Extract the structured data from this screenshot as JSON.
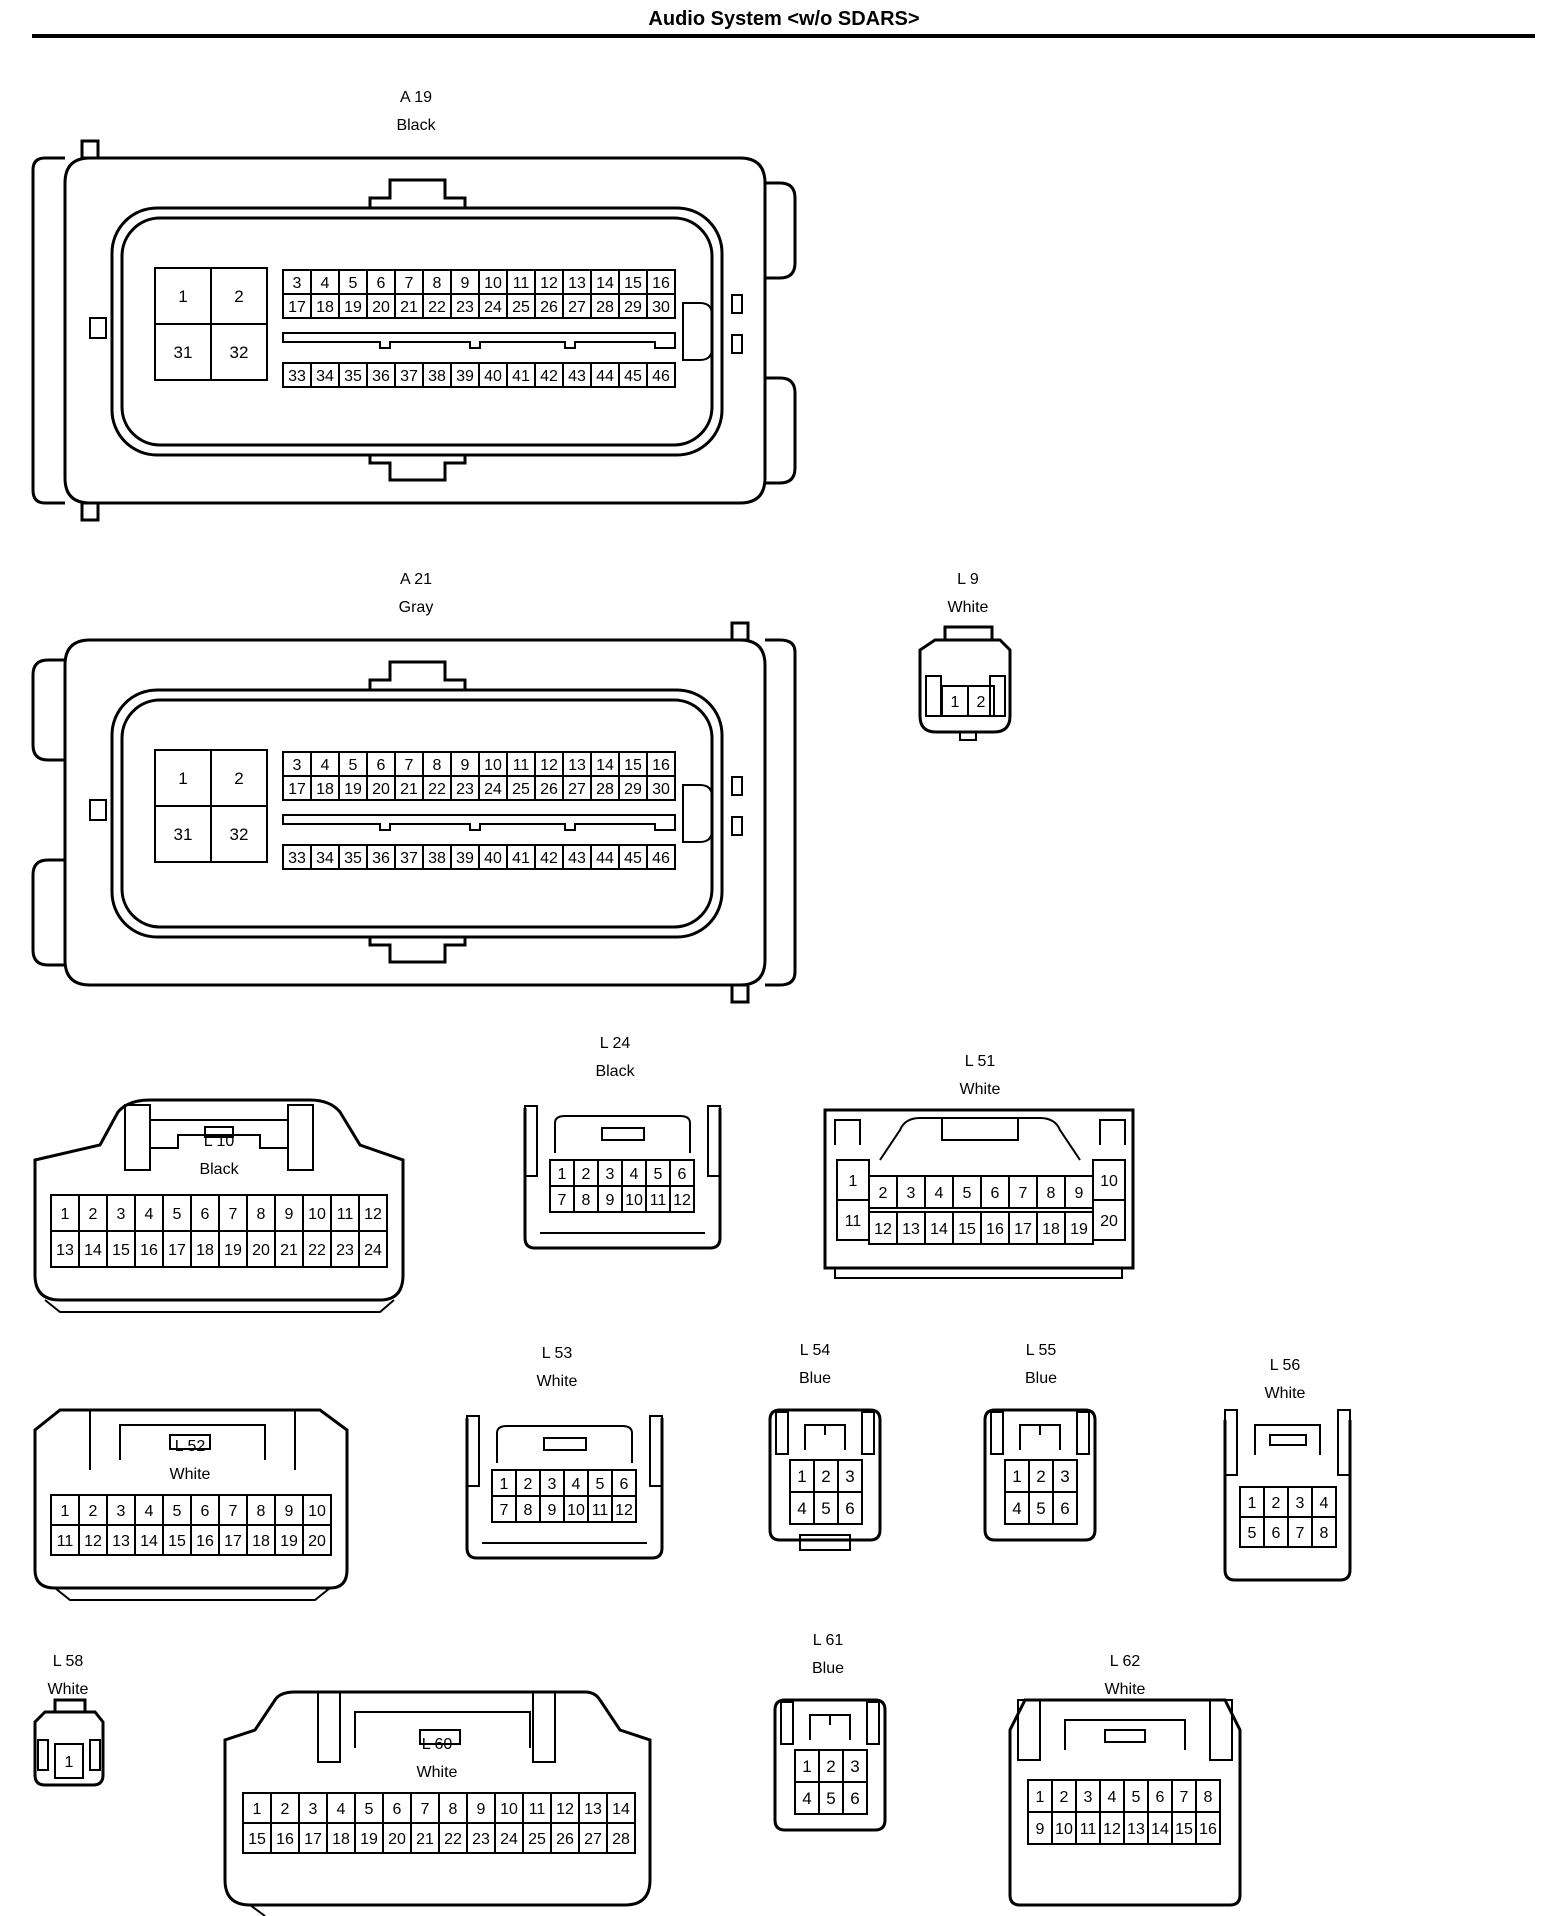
{
  "page_title": "Audio System <w/o SDARS>",
  "connectors": [
    {
      "id": "A 19",
      "color": "Black"
    },
    {
      "id": "A 21",
      "color": "Gray"
    },
    {
      "id": "L 9",
      "color": "White"
    },
    {
      "id": "L 10",
      "color": "Black"
    },
    {
      "id": "L 24",
      "color": "Black"
    },
    {
      "id": "L 51",
      "color": "White"
    },
    {
      "id": "L 52",
      "color": "White"
    },
    {
      "id": "L 53",
      "color": "White"
    },
    {
      "id": "L 54",
      "color": "Blue"
    },
    {
      "id": "L 55",
      "color": "Blue"
    },
    {
      "id": "L 56",
      "color": "White"
    },
    {
      "id": "L 58",
      "color": "White"
    },
    {
      "id": "L 60",
      "color": "White"
    },
    {
      "id": "L 61",
      "color": "Blue"
    },
    {
      "id": "L 62",
      "color": "White"
    }
  ],
  "pins": {
    "A 19": [
      "1",
      "2",
      "31",
      "32",
      "3",
      "4",
      "5",
      "6",
      "7",
      "8",
      "9",
      "10",
      "11",
      "12",
      "13",
      "14",
      "15",
      "16",
      "17",
      "18",
      "19",
      "20",
      "21",
      "22",
      "23",
      "24",
      "25",
      "26",
      "27",
      "28",
      "29",
      "30",
      "33",
      "34",
      "35",
      "36",
      "37",
      "38",
      "39",
      "40",
      "41",
      "42",
      "43",
      "44",
      "45",
      "46"
    ],
    "A 21": [
      "1",
      "2",
      "31",
      "32",
      "3",
      "4",
      "5",
      "6",
      "7",
      "8",
      "9",
      "10",
      "11",
      "12",
      "13",
      "14",
      "15",
      "16",
      "17",
      "18",
      "19",
      "20",
      "21",
      "22",
      "23",
      "24",
      "25",
      "26",
      "27",
      "28",
      "29",
      "30",
      "33",
      "34",
      "35",
      "36",
      "37",
      "38",
      "39",
      "40",
      "41",
      "42",
      "43",
      "44",
      "45",
      "46"
    ],
    "L 9": [
      "1",
      "2"
    ],
    "L 10": [
      "1",
      "2",
      "3",
      "4",
      "5",
      "6",
      "7",
      "8",
      "9",
      "10",
      "11",
      "12",
      "13",
      "14",
      "15",
      "16",
      "17",
      "18",
      "19",
      "20",
      "21",
      "22",
      "23",
      "24"
    ],
    "L 24": [
      "1",
      "2",
      "3",
      "4",
      "5",
      "6",
      "7",
      "8",
      "9",
      "10",
      "11",
      "12"
    ],
    "L 51": [
      "1",
      "11",
      "10",
      "20",
      "2",
      "3",
      "4",
      "5",
      "6",
      "7",
      "8",
      "9",
      "12",
      "13",
      "14",
      "15",
      "16",
      "17",
      "18",
      "19"
    ],
    "L 52": [
      "1",
      "2",
      "3",
      "4",
      "5",
      "6",
      "7",
      "8",
      "9",
      "10",
      "11",
      "12",
      "13",
      "14",
      "15",
      "16",
      "17",
      "18",
      "19",
      "20"
    ],
    "L 53": [
      "1",
      "2",
      "3",
      "4",
      "5",
      "6",
      "7",
      "8",
      "9",
      "10",
      "11",
      "12"
    ],
    "L 54": [
      "1",
      "2",
      "3",
      "4",
      "5",
      "6"
    ],
    "L 55": [
      "1",
      "2",
      "3",
      "4",
      "5",
      "6"
    ],
    "L 56": [
      "1",
      "2",
      "3",
      "4",
      "5",
      "6",
      "7",
      "8"
    ],
    "L 58": [
      "1"
    ],
    "L 60": [
      "1",
      "2",
      "3",
      "4",
      "5",
      "6",
      "7",
      "8",
      "9",
      "10",
      "11",
      "12",
      "13",
      "14",
      "15",
      "16",
      "17",
      "18",
      "19",
      "20",
      "21",
      "22",
      "23",
      "24",
      "25",
      "26",
      "27",
      "28"
    ],
    "L 61": [
      "1",
      "2",
      "3",
      "4",
      "5",
      "6"
    ],
    "L 62": [
      "1",
      "2",
      "3",
      "4",
      "5",
      "6",
      "7",
      "8",
      "9",
      "10",
      "11",
      "12",
      "13",
      "14",
      "15",
      "16"
    ]
  }
}
